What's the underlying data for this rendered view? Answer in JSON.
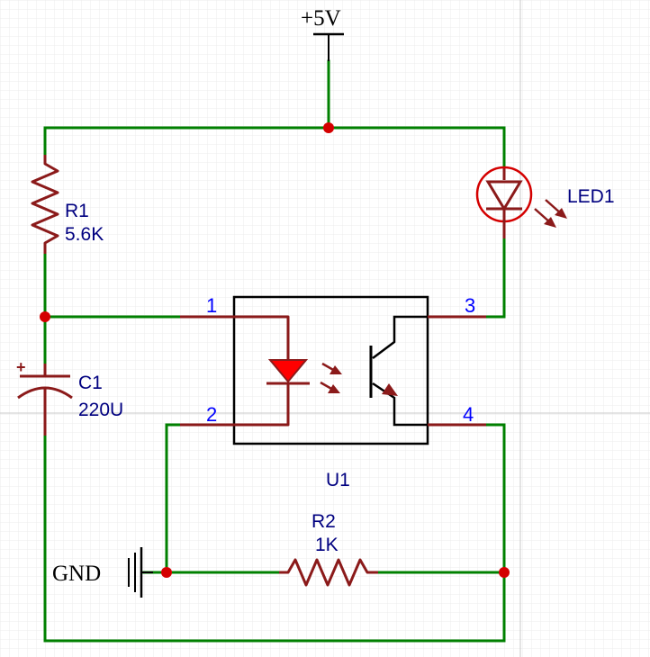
{
  "power": {
    "vcc_label": "+5V",
    "gnd_label": "GND"
  },
  "components": {
    "r1": {
      "ref": "R1",
      "value": "5.6K"
    },
    "r2": {
      "ref": "R2",
      "value": "1K"
    },
    "c1": {
      "ref": "C1",
      "value": "220U",
      "polarity": "+"
    },
    "led1": {
      "ref": "LED1"
    },
    "u1": {
      "ref": "U1",
      "pins": [
        "1",
        "2",
        "3",
        "4"
      ]
    }
  },
  "colors": {
    "wire": "#008000",
    "component": "#8b1a1a",
    "junction": "#d40000",
    "label": "#000080",
    "pin_number": "#0000ff",
    "grid": "#e8e8e8"
  }
}
